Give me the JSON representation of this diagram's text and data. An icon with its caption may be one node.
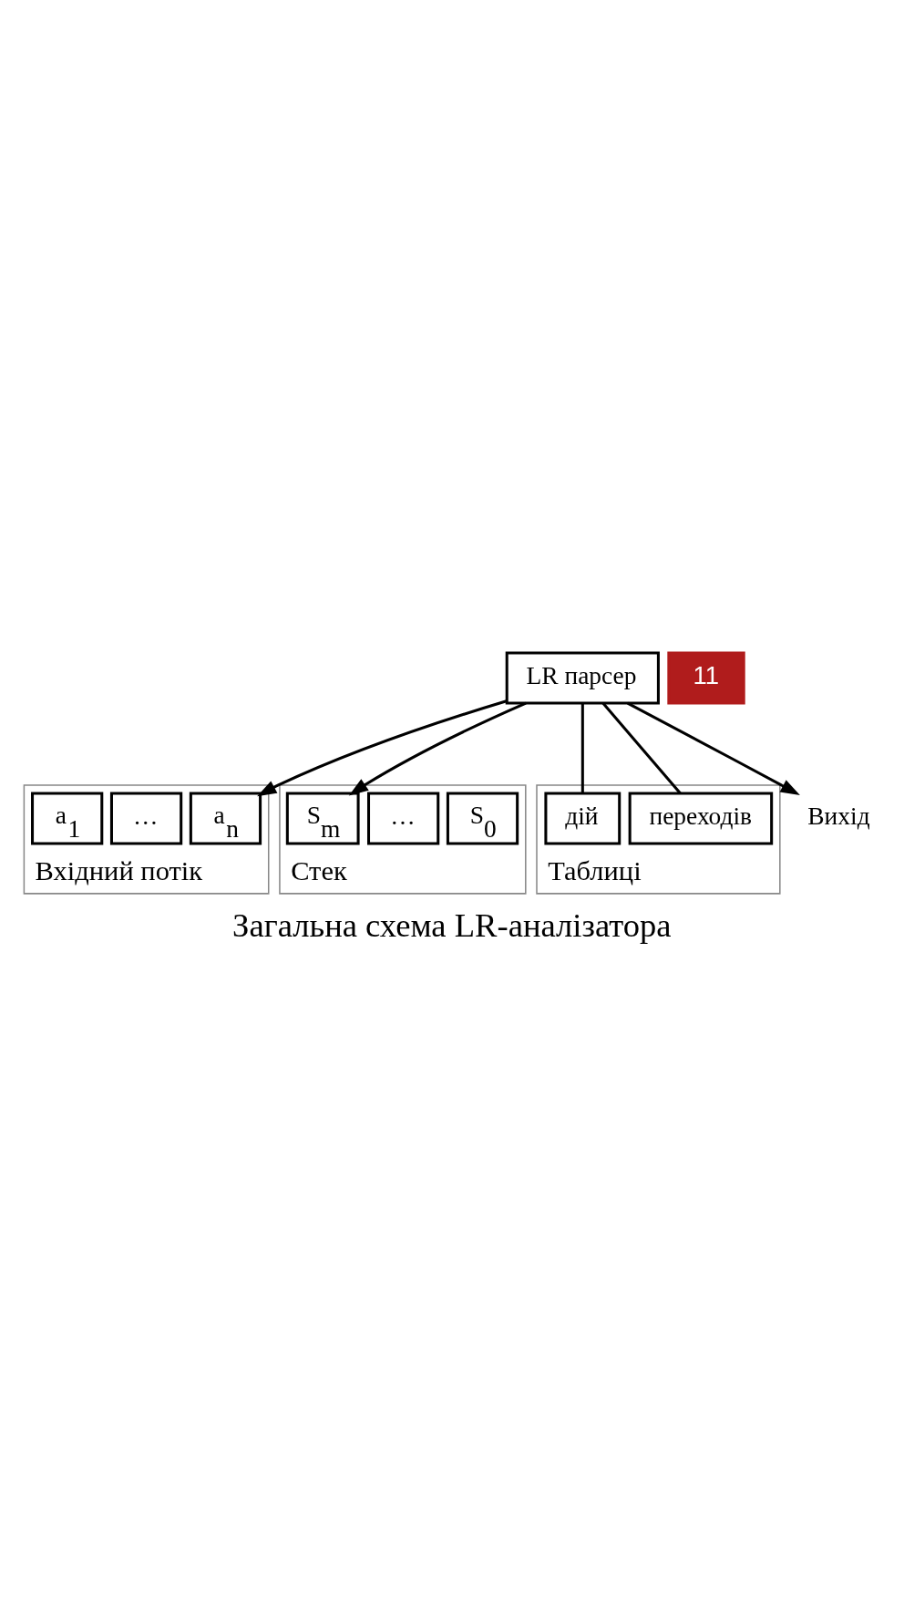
{
  "diagram": {
    "title": "Загальна схема LR-аналізатора",
    "nodes": [
      {
        "text": [
          "Вхідний потік"
        ]
      },
      {
        "text": [
          "a$_{1}$"
        ],
        "in": 0
      },
      {
        "text": [
          "…"
        ],
        "in": 0
      },
      {
        "text": [
          "a$_{n}$"
        ],
        "in": 0
      },
      {
        "text": [
          "LR парсер"
        ]
      },
      {
        "text": [
          "Стек"
        ]
      },
      {
        "text": [
          "S$_{m}$"
        ],
        "in": 5
      },
      {
        "text": [
          "…"
        ],
        "in": 5
      },
      {
        "text": [
          "S$_{0}$"
        ],
        "in": 5
      },
      {
        "text": [
          "Таблиці"
        ]
      },
      {
        "text": [
          "дій"
        ],
        "in": 9
      },
      {
        "text": [
          "переходів"
        ],
        "in": 9
      },
      {
        "text": [
          "Вихід"
        ]
      }
    ],
    "edges": [
      {
        "from": 4,
        "to": 3,
        "arrow": "to"
      },
      {
        "from": 4,
        "to": 6,
        "arrow": "to"
      },
      {
        "from": 4,
        "to": 12,
        "arrow": "to"
      },
      {
        "from": 4,
        "to": 10,
        "arrow": "none"
      },
      {
        "from": 4,
        "to": 11,
        "arrow": "none"
      }
    ],
    "labels": [
      "11"
    ]
  }
}
